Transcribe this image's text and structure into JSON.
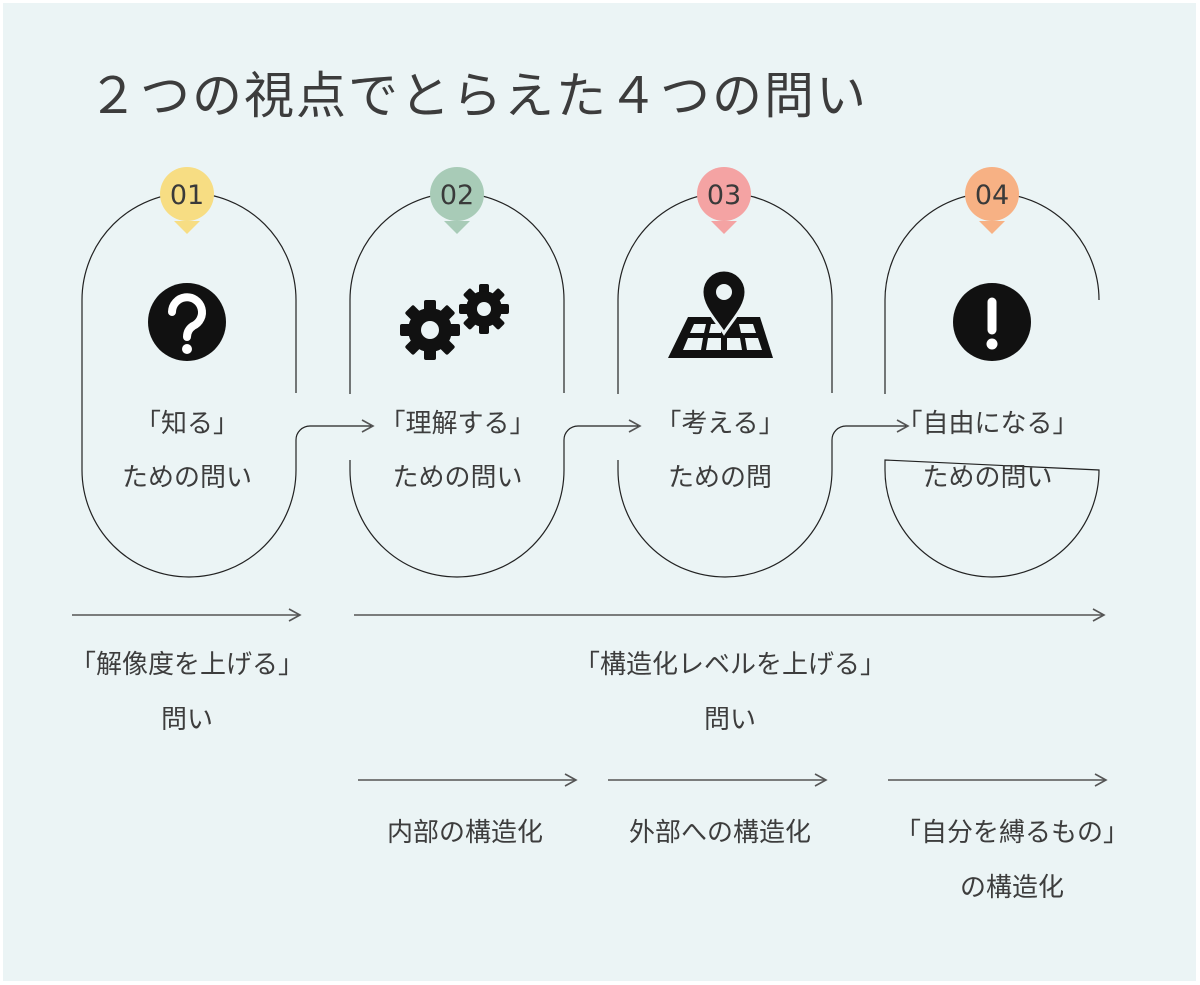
{
  "title": "２つの視点でとらえた４つの問い",
  "steps": [
    {
      "num": "01",
      "badge_color": "#f7dd83",
      "icon": "question-circle-icon",
      "label1": "「知る」",
      "label2": "ための問い"
    },
    {
      "num": "02",
      "badge_color": "#a8cbb7",
      "icon": "gears-icon",
      "label1": "「理解する」",
      "label2": "ための問い"
    },
    {
      "num": "03",
      "badge_color": "#f4a3a3",
      "icon": "map-pin-icon",
      "label1": "「考える」",
      "label2": "ための問"
    },
    {
      "num": "04",
      "badge_color": "#f7b184",
      "icon": "exclamation-circle-icon",
      "label1": "「自由になる」",
      "label2": "ための問い"
    }
  ],
  "perspectives": {
    "resolution": {
      "line1": "「解像度を上げる」",
      "line2": "問い"
    },
    "structure": {
      "line1": "「構造化レベルを上げる」",
      "line2": "問い"
    }
  },
  "sub_labels": {
    "internal": "内部の構造化",
    "external": "外部への構造化",
    "binding_line1": "「自分を縛るもの」",
    "binding_line2": "の構造化"
  },
  "colors": {
    "background": "#ebf4f5",
    "line": "#222222",
    "arrow": "#555555"
  }
}
